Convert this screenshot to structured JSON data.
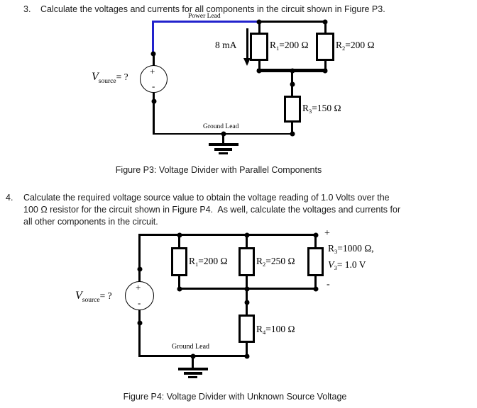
{
  "problem3": {
    "number": "3.",
    "text": "Calculate the voltages and currents for all components in the circuit shown in Figure P3."
  },
  "problem4": {
    "number": "4.",
    "lines": [
      "Calculate the required voltage source value to obtain the voltage reading of 1.0 Volts over the",
      "100 Ω resistor for the circuit shown in Figure P4.  As well, calculate the voltages and currents for",
      "all other components in the circuit."
    ]
  },
  "fig3": {
    "caption": "Figure P3: Voltage Divider with Parallel Components",
    "power_lead": "Power Lead",
    "ground_lead": "Ground Lead",
    "current": "8 mA",
    "source": {
      "base": "V",
      "sub": "source",
      "eq": "= ?",
      "plus": "+",
      "minus": "-"
    },
    "r1": {
      "base": "R",
      "sub": "1",
      "val": "=200 Ω"
    },
    "r2": {
      "base": "R",
      "sub": "2",
      "val": "=200 Ω"
    },
    "r3": {
      "base": "R",
      "sub": "3",
      "val": "=150 Ω"
    }
  },
  "fig4": {
    "caption": "Figure P4: Voltage Divider with Unknown Source Voltage",
    "ground_lead": "Ground Lead",
    "source": {
      "base": "V",
      "sub": "source",
      "eq": "= ?",
      "plus": "+",
      "minus": "-"
    },
    "r1": {
      "base": "R",
      "sub": "1",
      "val": "=200 Ω"
    },
    "r2": {
      "base": "R",
      "sub": "2",
      "val": "=250 Ω"
    },
    "r3": {
      "base": "R",
      "sub": "3",
      "val": "=1000 Ω,"
    },
    "v3": {
      "base": "V",
      "sub": "3",
      "eq": "= 1.0 V"
    },
    "meter_plus": "+",
    "meter_minus": "-",
    "r4": {
      "base": "R",
      "sub": "4",
      "val": "=100 Ω"
    }
  },
  "colors": {
    "power_lead_blue": "#2222cc",
    "wire_black": "#000000"
  }
}
